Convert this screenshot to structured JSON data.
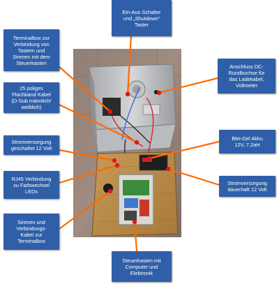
{
  "colors": {
    "callout_bg": "#2f5fa8",
    "callout_text": "#ffffff",
    "leader_line": "#ff6a00",
    "anchor_dot": "#e0161c"
  },
  "callouts": [
    {
      "id": "switch",
      "text": "Ein-Aus Schalter\nund „Shutdown“\nTaster"
    },
    {
      "id": "terminalbox",
      "text": "Terminalbox zur\nVerbindung von\nTastern und\nSirenen mit dem\nSteuerkasten"
    },
    {
      "id": "dc-jack",
      "text": "Anschluss DC-\nRundbuchse für\ndas Ladekabel,\nVoltmeter"
    },
    {
      "id": "ribbon",
      "text": "25 poliges\nFlachband Kabel\n(D-Sub männlich/\nweiblich)"
    },
    {
      "id": "power-switched",
      "text": "Stromversorgung\ngeschaltet 12 Volt"
    },
    {
      "id": "battery",
      "text": "Blei-Gel Akku\n12V, 7,2aH"
    },
    {
      "id": "rj45",
      "text": "RJ45 Verbindung\nzu Farbwechsel\nLEDs"
    },
    {
      "id": "power-permanent",
      "text": "Stromversorgung\ndauerhaft 12 Volt"
    },
    {
      "id": "siren-cable",
      "text": "Sirenen und\nVerbindungs-\nKabel zur\nTerminalbox"
    },
    {
      "id": "control-box",
      "text": "Steuerkasten mit\nComputer und\nElektronik"
    }
  ]
}
